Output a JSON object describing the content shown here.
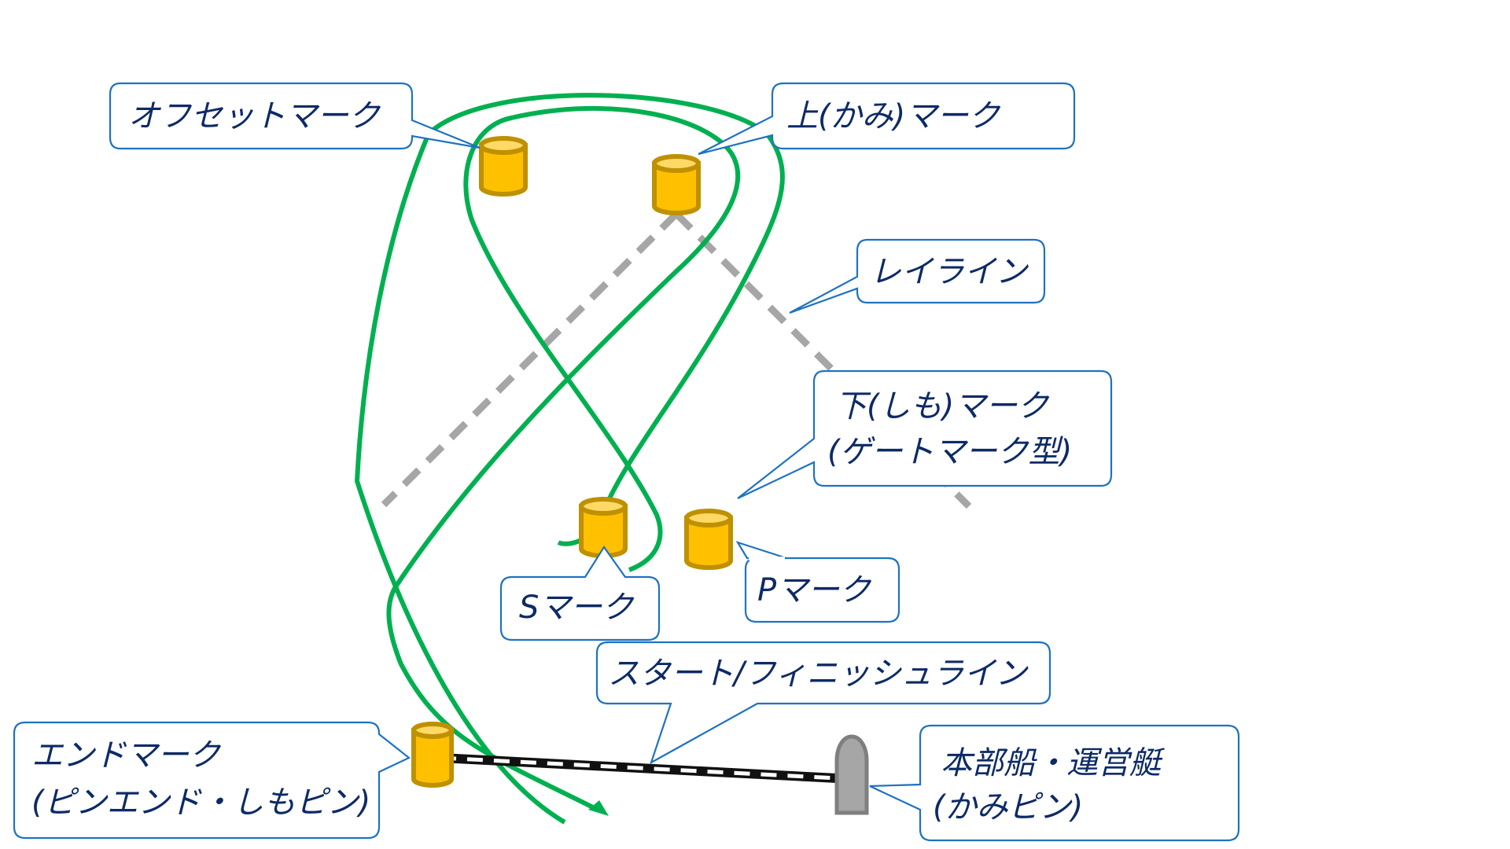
{
  "diagram": {
    "title": "",
    "colors": {
      "course": "#00b050",
      "mark_fill": "#ffc000",
      "mark_outline": "#bf9000",
      "layline": "#a6a6a6",
      "callout_border": "#1f72c0",
      "callout_text": "#0d2a66",
      "committee_boat": "#a6a6a6"
    },
    "callouts": {
      "offset_mark": {
        "lines": [
          "オフセットマーク"
        ]
      },
      "windward_mark": {
        "lines": [
          "上(かみ)マーク"
        ]
      },
      "layline": {
        "lines": [
          "レイライン"
        ]
      },
      "leeward_mark": {
        "lines": [
          "下(しも)マーク",
          "(ゲートマーク型)"
        ]
      },
      "s_mark": {
        "lines": [
          "Sマーク"
        ]
      },
      "p_mark": {
        "lines": [
          "Pマーク"
        ]
      },
      "start_finish_line": {
        "lines": [
          "スタート/フィニッシュライン"
        ]
      },
      "end_mark": {
        "lines": [
          "エンドマーク",
          "(ピンエンド・しもピン)"
        ]
      },
      "committee_boat": {
        "lines": [
          "本部船・運営艇",
          "(かみピン)"
        ]
      }
    },
    "elements": [
      {
        "id": "offset-mark",
        "type": "buoy"
      },
      {
        "id": "windward-mark",
        "type": "buoy"
      },
      {
        "id": "s-mark",
        "type": "buoy"
      },
      {
        "id": "p-mark",
        "type": "buoy"
      },
      {
        "id": "end-mark",
        "type": "buoy"
      },
      {
        "id": "committee-boat",
        "type": "boat"
      }
    ]
  }
}
